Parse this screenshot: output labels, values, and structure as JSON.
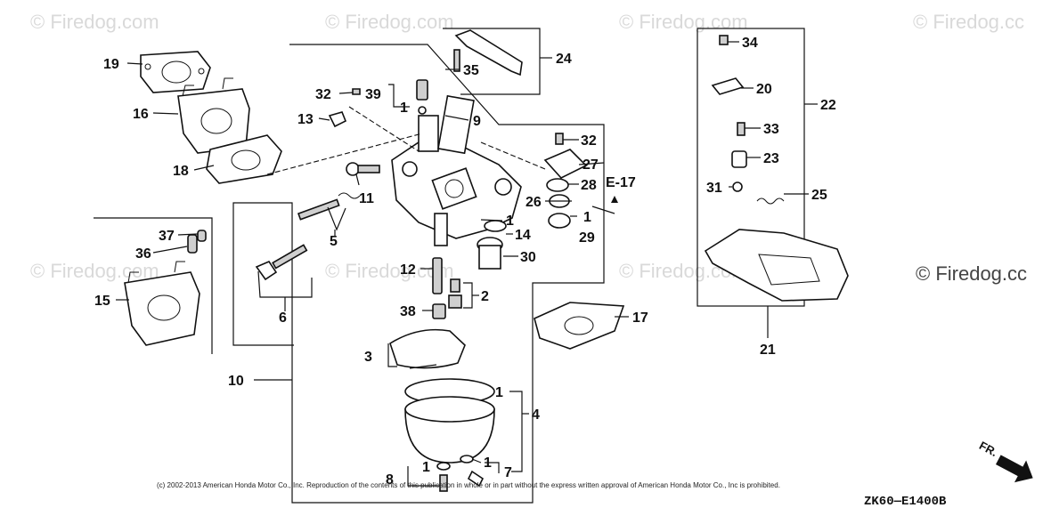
{
  "watermarks": [
    "© Firedog.com",
    "© Firedog.com",
    "© Firedog.com",
    "© Firedog.cc",
    "© Firedog.com",
    "© Firedog.com",
    "© Firedog.com"
  ],
  "side_watermark": "© Firedog.cc",
  "callouts": [
    "19",
    "16",
    "18",
    "15",
    "36",
    "37",
    "10",
    "6",
    "5",
    "11",
    "13",
    "32",
    "39",
    "1",
    "9",
    "24",
    "35",
    "12",
    "2",
    "38",
    "3",
    "14",
    "1",
    "30",
    "32",
    "27",
    "28",
    "26",
    "1",
    "29",
    "17",
    "8",
    "1",
    "1",
    "7",
    "4",
    "1",
    "34",
    "20",
    "22",
    "33",
    "23",
    "31",
    "25",
    "21"
  ],
  "reference": "E-17",
  "copyright": "(c) 2002-2013 American Honda Motor Co., Inc. Reproduction of the contents of this publication in whole or in part without the express written approval of American Honda Motor Co., Inc is prohibited.",
  "diagram_code": "ZK60—E1400B",
  "direction_label": "FR."
}
